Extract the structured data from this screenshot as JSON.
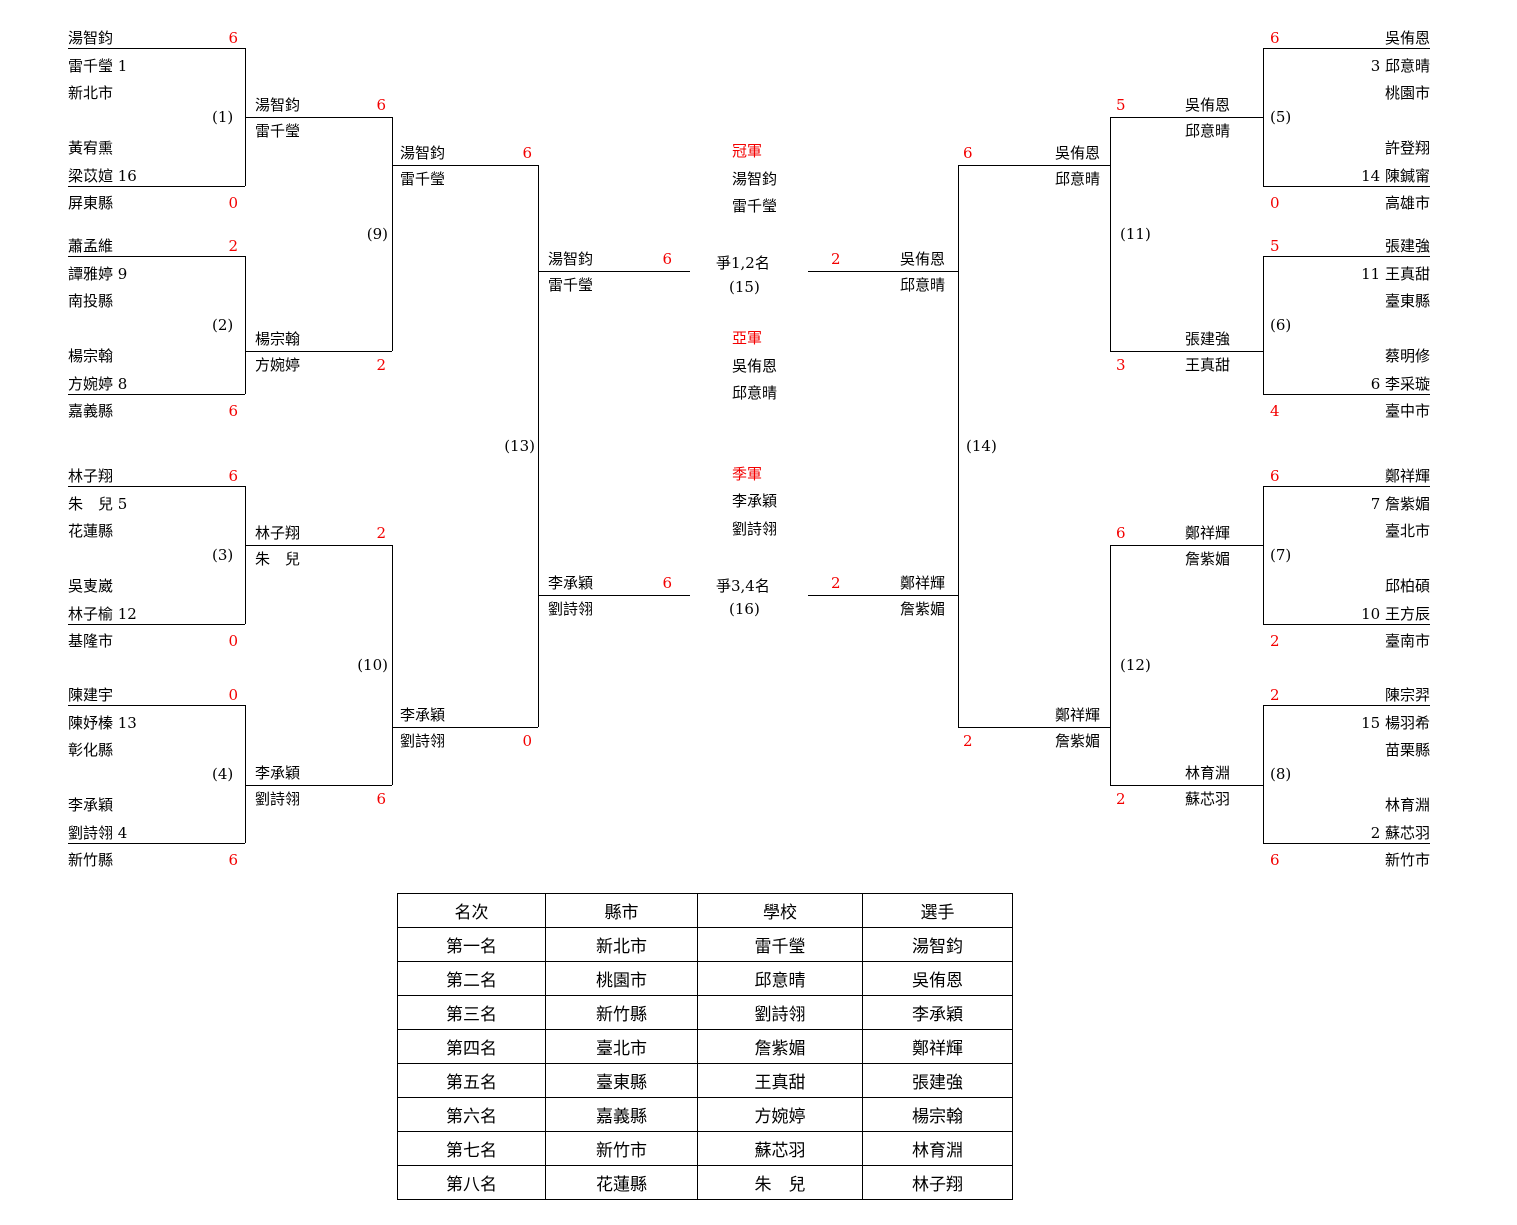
{
  "bracket": {
    "round1": [
      {
        "no": "(1)",
        "top": {
          "player1": "湯智鈞",
          "player2": "雷千瑩 1",
          "city": "新北市",
          "score": "6"
        },
        "bottom": {
          "player1": "黃宥熏",
          "player2": "梁苡媗 16",
          "city": "屏東縣",
          "score": "0"
        }
      },
      {
        "no": "(2)",
        "top": {
          "player1": "蕭孟維",
          "player2": "譚雅婷 9",
          "city": "南投縣",
          "score": "2"
        },
        "bottom": {
          "player1": "楊宗翰",
          "player2": "方婉婷 8",
          "city": "嘉義縣",
          "score": "6"
        }
      },
      {
        "no": "(3)",
        "top": {
          "player1": "林子翔",
          "player2": "朱　兒 5",
          "city": "花蓮縣",
          "score": "6"
        },
        "bottom": {
          "player1": "吳叓崴",
          "player2": "林子榆 12",
          "city": "基隆市",
          "score": "0"
        }
      },
      {
        "no": "(4)",
        "top": {
          "player1": "陳建宇",
          "player2": "陳妤榛 13",
          "city": "彰化縣",
          "score": "0"
        },
        "bottom": {
          "player1": "李承穎",
          "player2": "劉詩翎 4",
          "city": "新竹縣",
          "score": "6"
        }
      },
      {
        "no": "(5)",
        "top": {
          "player1": "吳侑恩",
          "player2": "3 邱意晴",
          "city": "桃園市",
          "score": "6"
        },
        "bottom": {
          "player1": "許登翔",
          "player2": "14 陳鍼甯",
          "city": "高雄市",
          "score": "0"
        }
      },
      {
        "no": "(6)",
        "top": {
          "player1": "張建強",
          "player2": "11 王真甜",
          "city": "臺東縣",
          "score": "5"
        },
        "bottom": {
          "player1": "蔡明修",
          "player2": "6 李采璇",
          "city": "臺中市",
          "score": "4"
        }
      },
      {
        "no": "(7)",
        "top": {
          "player1": "鄭祥輝",
          "player2": "7 詹紫媚",
          "city": "臺北市",
          "score": "6"
        },
        "bottom": {
          "player1": "邱柏碩",
          "player2": "10 王方辰",
          "city": "臺南市",
          "score": "2"
        }
      },
      {
        "no": "(8)",
        "top": {
          "player1": "陳宗羿",
          "player2": "15 楊羽希",
          "city": "苗栗縣",
          "score": "2"
        },
        "bottom": {
          "player1": "林育淵",
          "player2": "2 蘇芯羽",
          "city": "新竹市",
          "score": "6"
        }
      }
    ],
    "advancers": {
      "w1": {
        "player1": "湯智鈞",
        "player2": "雷千瑩",
        "score": "6"
      },
      "w2": {
        "player1": "楊宗翰",
        "player2": "方婉婷",
        "score": "2"
      },
      "w3": {
        "player1": "林子翔",
        "player2": "朱　兒",
        "score": "2"
      },
      "w4": {
        "player1": "李承穎",
        "player2": "劉詩翎",
        "score": "6"
      },
      "w5": {
        "player1": "吳侑恩",
        "player2": "邱意晴",
        "score": "5"
      },
      "w6": {
        "player1": "張建強",
        "player2": "王真甜",
        "score": "3"
      },
      "w7": {
        "player1": "鄭祥輝",
        "player2": "詹紫媚",
        "score": "6"
      },
      "w8": {
        "player1": "林育淵",
        "player2": "蘇芯羽",
        "score": "2"
      },
      "w9": {
        "no": "(9)",
        "player1": "湯智鈞",
        "player2": "雷千瑩",
        "score": "6"
      },
      "w10": {
        "no": "(10)",
        "player1": "李承穎",
        "player2": "劉詩翎",
        "score": "0"
      },
      "w11": {
        "no": "(11)",
        "player1": "吳侑恩",
        "player2": "邱意晴",
        "score": "6"
      },
      "w12": {
        "no": "(12)",
        "player1": "鄭祥輝",
        "player2": "詹紫媚",
        "score": "2"
      },
      "w13": {
        "no": "(13)",
        "player1": "湯智鈞",
        "player2": "雷千瑩",
        "score": "6"
      },
      "w14": {
        "no": "(14)",
        "player1": "吳侑恩",
        "player2": "邱意晴",
        "score": "2"
      },
      "third_left": {
        "player1": "李承穎",
        "player2": "劉詩翎",
        "score": "6"
      },
      "third_right": {
        "player1": "鄭祥輝",
        "player2": "詹紫媚",
        "score": "2"
      }
    },
    "center": {
      "champion_title": "冠軍",
      "champion_player1": "湯智鈞",
      "champion_player2": "雷千瑩",
      "final_label": "爭1,2名",
      "final_no": "(15)",
      "runner_up_title": "亞軍",
      "runner_up_player1": "吳侑恩",
      "runner_up_player2": "邱意晴",
      "third_title": "季軍",
      "third_player1": "李承穎",
      "third_player2": "劉詩翎",
      "third_label": "爭3,4名",
      "third_no": "(16)"
    }
  },
  "standings": {
    "headers": [
      "名次",
      "縣市",
      "學校",
      "選手"
    ],
    "rows": [
      [
        "第一名",
        "新北市",
        "雷千瑩",
        "湯智鈞"
      ],
      [
        "第二名",
        "桃園市",
        "邱意晴",
        "吳侑恩"
      ],
      [
        "第三名",
        "新竹縣",
        "劉詩翎",
        "李承穎"
      ],
      [
        "第四名",
        "臺北市",
        "詹紫媚",
        "鄭祥輝"
      ],
      [
        "第五名",
        "臺東縣",
        "王真甜",
        "張建強"
      ],
      [
        "第六名",
        "嘉義縣",
        "方婉婷",
        "楊宗翰"
      ],
      [
        "第七名",
        "新竹市",
        "蘇芯羽",
        "林育淵"
      ],
      [
        "第八名",
        "花蓮縣",
        "朱　兒",
        "林子翔"
      ]
    ]
  },
  "colors": {
    "score_red": "#f30000",
    "line_black": "#000000"
  }
}
